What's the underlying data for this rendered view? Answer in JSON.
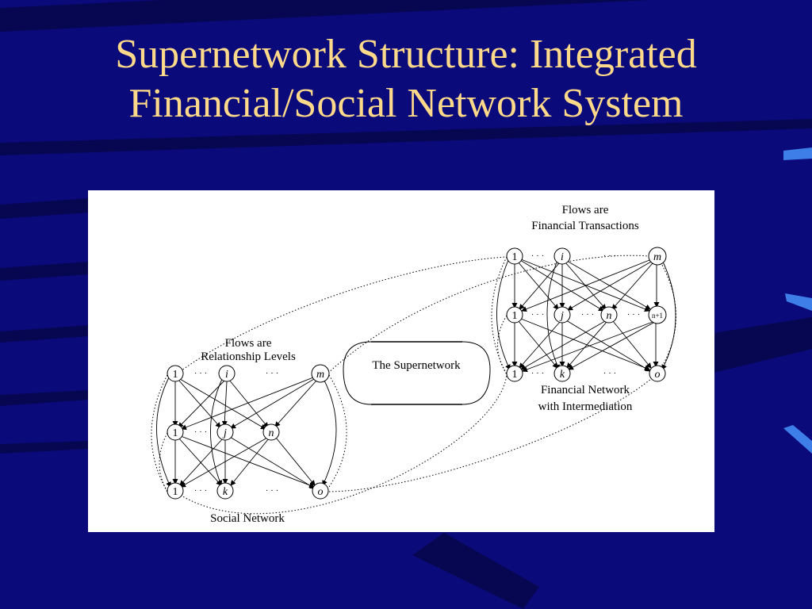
{
  "slide": {
    "title_line1": "Supernetwork Structure: Integrated",
    "title_line2": "Financial/Social Network System",
    "colors": {
      "background": "#0a0a7a",
      "title": "#ffd98a",
      "panel": "#ffffff",
      "accent_blue": "#3d7ee8"
    }
  },
  "diagram": {
    "center_label": "The Supernetwork",
    "social_network": {
      "header_line1": "Flows are",
      "header_line2": "Relationship Levels",
      "caption": "Social Network",
      "top_row": [
        "1",
        "i",
        "m"
      ],
      "middle_row": [
        "1",
        "j",
        "n"
      ],
      "bottom_row": [
        "1",
        "k",
        "o"
      ],
      "ellipsis": "· · ·"
    },
    "financial_network": {
      "header_line1": "Flows are",
      "header_line2": "Financial Transactions",
      "caption_line1": "Financial Network",
      "caption_line2": "with Intermediation",
      "top_row": [
        "1",
        "i",
        "m"
      ],
      "middle_row": [
        "1",
        "j",
        "n",
        "n+1"
      ],
      "bottom_row": [
        "1",
        "k",
        "o"
      ],
      "ellipsis": "· · ·"
    }
  }
}
